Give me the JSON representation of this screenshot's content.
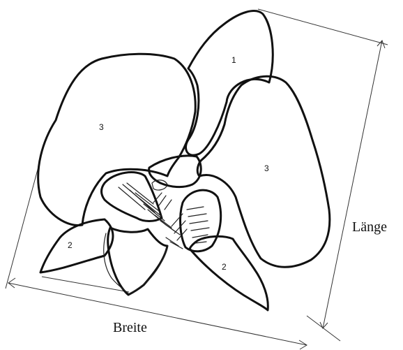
{
  "diagram": {
    "petal_labels": {
      "top_sepal": "1",
      "left_petal": "3",
      "right_petal": "3",
      "left_sepal": "2",
      "right_sepal": "2"
    },
    "dimension_labels": {
      "length": "Länge",
      "width": "Breite"
    },
    "colors": {
      "line": "#111111",
      "background": "#ffffff"
    }
  }
}
